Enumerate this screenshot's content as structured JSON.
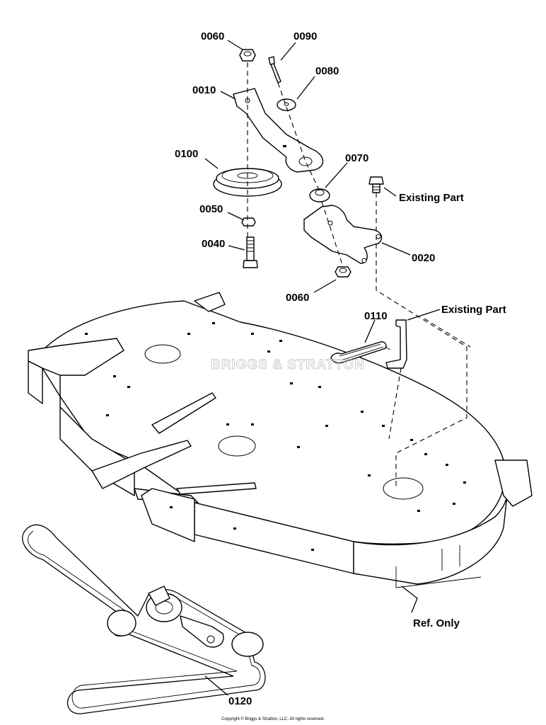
{
  "callouts": [
    {
      "id": "0060_top",
      "text": "0060"
    },
    {
      "id": "0090",
      "text": "0090"
    },
    {
      "id": "0080",
      "text": "0080"
    },
    {
      "id": "0010",
      "text": "0010"
    },
    {
      "id": "0100",
      "text": "0100"
    },
    {
      "id": "0070",
      "text": "0070"
    },
    {
      "id": "0050",
      "text": "0050"
    },
    {
      "id": "0040",
      "text": "0040"
    },
    {
      "id": "0020",
      "text": "0020"
    },
    {
      "id": "0060_bottom",
      "text": "0060"
    },
    {
      "id": "0110",
      "text": "0110"
    },
    {
      "id": "0120",
      "text": "0120"
    }
  ],
  "notes": {
    "existing_part_bolt": "Existing Part",
    "existing_part_bracket": "Existing Part",
    "ref_only": "Ref. Only"
  },
  "watermark": "BRIGGS & STRATTON",
  "copyright": "Copyright © Briggs & Stratton, LLC. All rights reserved."
}
